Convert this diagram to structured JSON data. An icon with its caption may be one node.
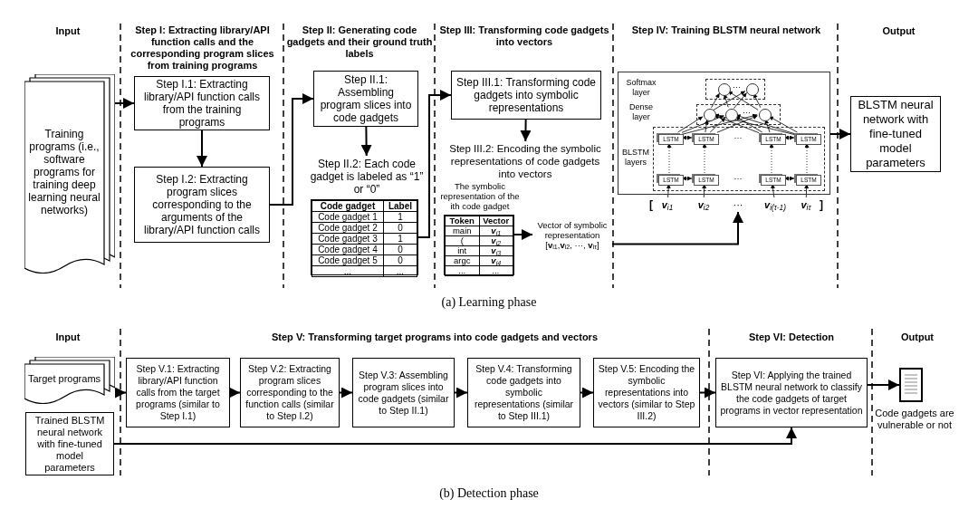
{
  "diagram": {
    "nodes": [
      {
        "text": [
          "Training programs (i.e., software programs for training deep learning neural networks)"
        ]
      },
      {
        "text": [
          "Step I.1: Extracting library/API function calls from the training programs"
        ]
      },
      {
        "text": [
          "Step I.2: Extracting program slices corresponding to the arguments of the library/API function calls"
        ]
      },
      {
        "text": [
          "Step II.1: Assembling program slices into code gadgets"
        ]
      },
      {
        "text": [
          "Step II.2: Each code gadget is labeled as “1” or “0”"
        ]
      },
      {
        "text": [
          "Code gadget",
          "Label",
          "Code gadget 1",
          "1",
          "Code gadget 2",
          "0",
          "Code gadget 3",
          "1",
          "Code gadget 4",
          "0",
          "Code gadget 5",
          "0",
          "...",
          "..."
        ]
      },
      {
        "text": [
          "Step III.1: Transforming code gadgets into symbolic representations"
        ]
      },
      {
        "text": [
          "Step III.2: Encoding the symbolic representations of code gadgets into vectors"
        ]
      },
      {
        "text": [
          "Token",
          "Vector",
          "main",
          "**v**$_{i1}$",
          "(",
          "**v**$_{i2}$",
          "int",
          "**v**$_{i3}$",
          "argc",
          "**v**$_{i4}$",
          "...",
          "..."
        ],
        "beside": [
          "The symbolic representation of the ith code gadget"
        ]
      },
      {
        "text": [
          "Vector of symbolic representation",
          "[**v**$_{i1}$,**v**$_{i2}$, ···, **v**$_{iτ}$]"
        ]
      },
      {
        "text": [],
        "shape": "box"
      },
      {
        "text": [],
        "shape": "box",
        "in": 10
      },
      {
        "text": [],
        "shape": "circle",
        "in": 11
      },
      {
        "text": [],
        "shape": "circle",
        "in": 11
      },
      {
        "text": [],
        "shape": "box",
        "in": 10
      },
      {
        "text": [],
        "shape": "circle",
        "in": 14
      },
      {
        "text": [],
        "shape": "circle",
        "in": 14
      },
      {
        "text": [],
        "shape": "circle",
        "in": 14
      },
      {
        "text": [],
        "shape": "box",
        "in": 10
      },
      {
        "text": [
          "LSTM"
        ],
        "in": 18
      },
      {
        "text": [
          "LSTM"
        ],
        "in": 18
      },
      {
        "text": [
          "LSTM"
        ],
        "in": 18
      },
      {
        "text": [
          "LSTM"
        ],
        "in": 18
      },
      {
        "text": [
          "LSTM"
        ],
        "in": 18
      },
      {
        "text": [
          "LSTM"
        ],
        "in": 18
      },
      {
        "text": [
          "LSTM"
        ],
        "in": 18
      },
      {
        "text": [
          "LSTM"
        ],
        "in": 18
      },
      {
        "text": [
          "**v**$_{i1}$"
        ]
      },
      {
        "text": [
          "**v**$_{i2}$"
        ]
      },
      {
        "text": [
          "···"
        ]
      },
      {
        "text": [
          "**v**$_{i(τ-1)}$"
        ]
      },
      {
        "text": [
          "**v**$_{iτ}$"
        ]
      },
      {
        "text": [
          "BLSTM neural network with fine-tuned model parameters"
        ]
      },
      {
        "text": [
          "Target programs"
        ]
      },
      {
        "text": [
          "Trained BLSTM neural network with fine-tuned model parameters"
        ]
      },
      {
        "text": [
          "Step V.1: Extracting library/API function calls from the target programs (similar to Step I.1)"
        ]
      },
      {
        "text": [
          "Step V.2: Extracting program slices corresponding to the function calls (similar to Step I.2)"
        ]
      },
      {
        "text": [
          "Step V.3: Assembling program slices into code gadgets (similar to Step II.1)"
        ]
      },
      {
        "text": [
          "Step V.4: Transforming code gadgets into symbolic representations (similar to Step III.1)"
        ]
      },
      {
        "text": [
          "Step V.5: Encoding the symbolic representations into vectors (similar to Step III.2)"
        ]
      },
      {
        "text": [
          "Step VI: Applying the trained BLSTM neural network to classify the code gadgets of target programs in vector representation"
        ]
      },
      {
        "text": [],
        "shape": "document",
        "beside": [
          "Code gadgets are vulnerable or not"
        ]
      }
    ],
    "edges": [
      {
        "from": 0,
        "to": 1,
        "arrow": "to"
      },
      {
        "from": 1,
        "to": 2,
        "arrow": "to"
      },
      {
        "from": 2,
        "to": 3,
        "arrow": "to"
      },
      {
        "from": 3,
        "to": 4,
        "arrow": "to"
      },
      {
        "from": 5,
        "to": 6,
        "arrow": "to"
      },
      {
        "from": 6,
        "to": 7,
        "arrow": "to"
      },
      {
        "from": 8,
        "to": 9,
        "arrow": "to"
      },
      {
        "from": 9,
        "to": 29,
        "arrow": "to"
      },
      {
        "from": 27,
        "to": 23,
        "arrow": "to"
      },
      {
        "from": 28,
        "to": 24,
        "arrow": "to"
      },
      {
        "from": 30,
        "to": 25,
        "arrow": "to"
      },
      {
        "from": 31,
        "to": 26,
        "arrow": "to"
      },
      {
        "from": 23,
        "to": 19,
        "arrow": "to",
        "style": "dashed"
      },
      {
        "from": 24,
        "to": 20,
        "arrow": "to",
        "style": "dashed"
      },
      {
        "from": 25,
        "to": 21,
        "arrow": "to",
        "style": "dashed"
      },
      {
        "from": 26,
        "to": 22,
        "arrow": "to",
        "style": "dashed"
      },
      {
        "from": 19,
        "to": 20,
        "arrow": "both"
      },
      {
        "from": 21,
        "to": 22,
        "arrow": "both"
      },
      {
        "from": 23,
        "to": 24,
        "arrow": "both"
      },
      {
        "from": 25,
        "to": 26,
        "arrow": "both"
      },
      {
        "from": 19,
        "to": 15,
        "arrow": "to"
      },
      {
        "from": 19,
        "to": 16,
        "arrow": "to"
      },
      {
        "from": 19,
        "to": 17,
        "arrow": "to"
      },
      {
        "from": 20,
        "to": 15,
        "arrow": "to"
      },
      {
        "from": 20,
        "to": 16,
        "arrow": "to"
      },
      {
        "from": 20,
        "to": 17,
        "arrow": "to"
      },
      {
        "from": 21,
        "to": 15,
        "arrow": "to"
      },
      {
        "from": 21,
        "to": 16,
        "arrow": "to"
      },
      {
        "from": 21,
        "to": 17,
        "arrow": "to"
      },
      {
        "from": 22,
        "to": 15,
        "arrow": "to"
      },
      {
        "from": 22,
        "to": 16,
        "arrow": "to"
      },
      {
        "from": 22,
        "to": 17,
        "arrow": "to"
      },
      {
        "from": 15,
        "to": 12,
        "arrow": "to"
      },
      {
        "from": 15,
        "to": 13,
        "arrow": "to"
      },
      {
        "from": 16,
        "to": 12,
        "arrow": "to"
      },
      {
        "from": 16,
        "to": 13,
        "arrow": "to"
      },
      {
        "from": 17,
        "to": 12,
        "arrow": "to"
      },
      {
        "from": 17,
        "to": 13,
        "arrow": "to"
      },
      {
        "from": 10,
        "to": 32,
        "arrow": "to"
      },
      {
        "from": 33,
        "to": 35,
        "arrow": "to"
      },
      {
        "from": 35,
        "to": 36,
        "arrow": "to"
      },
      {
        "from": 36,
        "to": 37,
        "arrow": "to"
      },
      {
        "from": 37,
        "to": 38,
        "arrow": "to"
      },
      {
        "from": 38,
        "to": 39,
        "arrow": "to"
      },
      {
        "from": 39,
        "to": 40,
        "arrow": "to"
      },
      {
        "from": 34,
        "to": 40,
        "arrow": "to"
      },
      {
        "from": 40,
        "to": 41,
        "arrow": "to"
      }
    ],
    "labels": [
      "Input",
      "Step I: Extracting library/API function calls and the corresponding program slices from training programs",
      "Step II: Generating code gadgets and their ground truth labels",
      "Step III: Transforming code gadgets into vectors",
      "Step IV: Training BLSTM neural network",
      "Output",
      "Softmax layer",
      "Dense layer",
      "BLSTM layers",
      "···",
      "···",
      "···",
      "···",
      "[",
      "]",
      "(a) Learning phase",
      "Input",
      "Step V: Transforming target programs into code gadgets and vectors",
      "Step VI: Detection",
      "Output",
      "(b) Detection phase"
    ]
  }
}
